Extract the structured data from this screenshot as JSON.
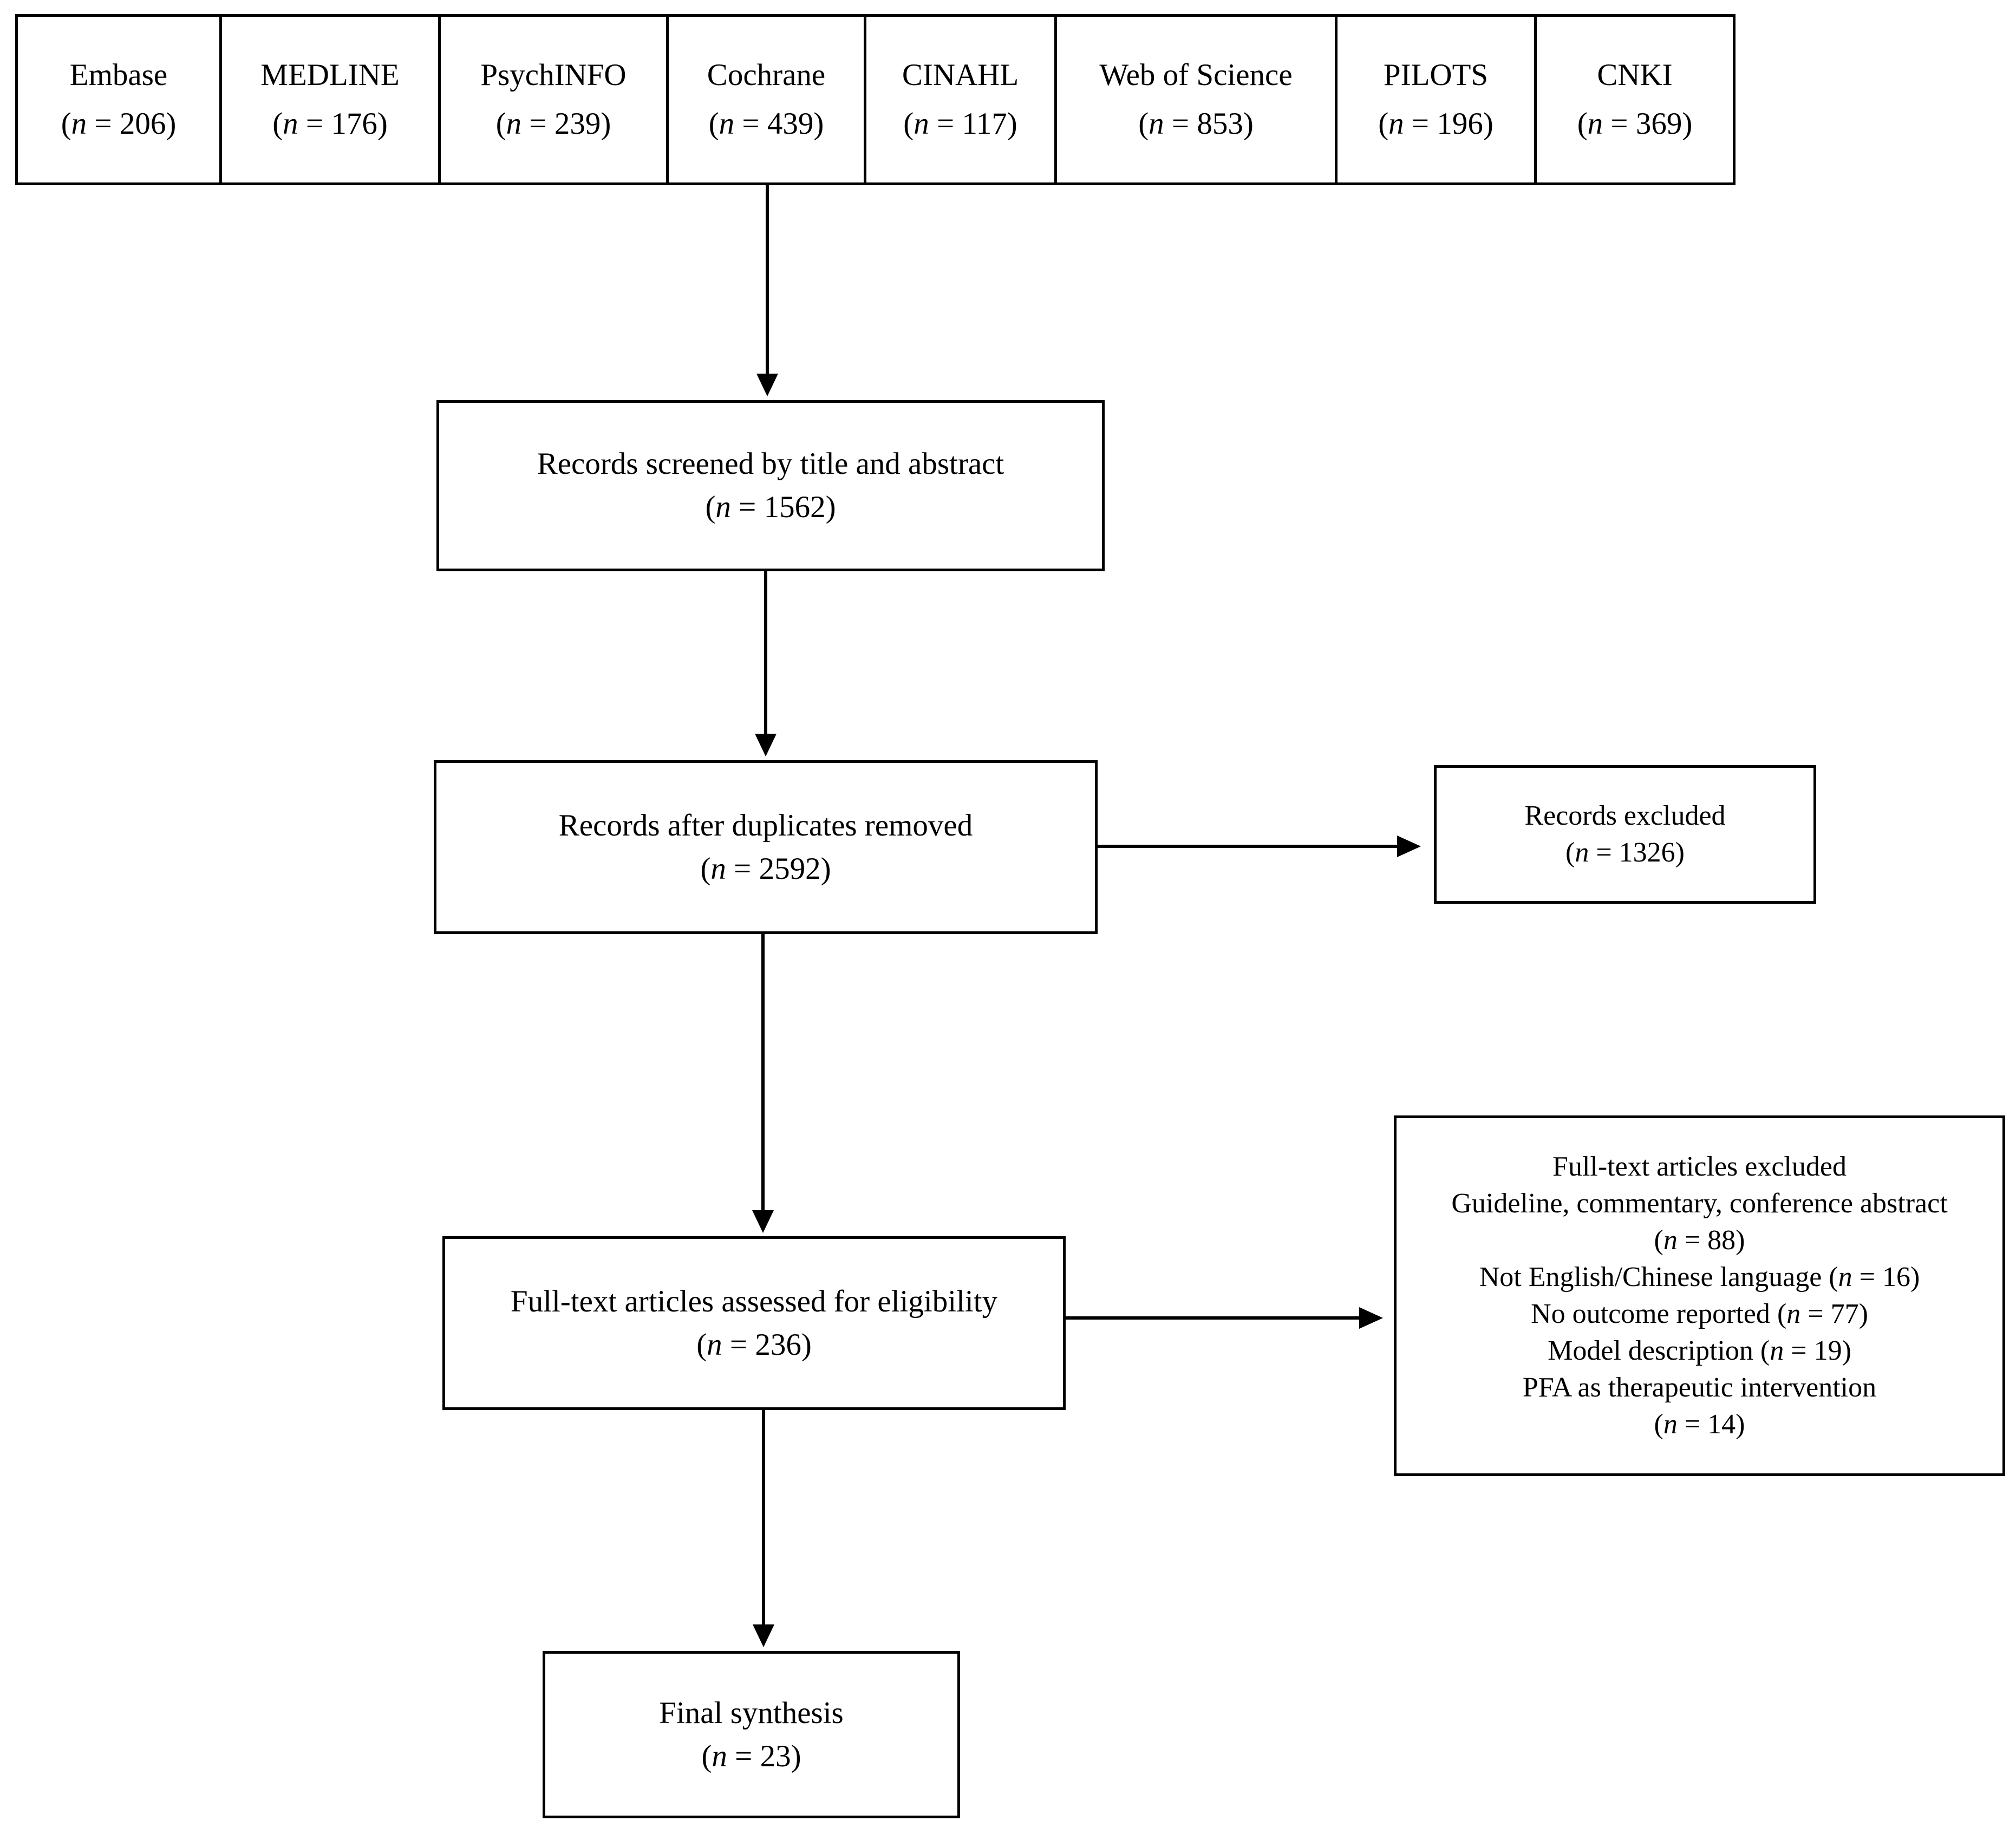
{
  "databases": [
    {
      "name": "Embase",
      "count": "(n = 206)"
    },
    {
      "name": "MEDLINE",
      "count": "(n = 176)"
    },
    {
      "name": "PsychINFO",
      "count": "(n = 239)"
    },
    {
      "name": "Cochrane",
      "count": "(n = 439)"
    },
    {
      "name": "CINAHL",
      "count": "(n = 117)"
    },
    {
      "name": "Web of Science",
      "count": "(n = 853)"
    },
    {
      "name": "PILOTS",
      "count": "(n = 196)"
    },
    {
      "name": "CNKI",
      "count": "(n = 369)"
    }
  ],
  "screened": {
    "label": "Records screened by title and abstract",
    "count": "(n = 1562)"
  },
  "deduplicated": {
    "label": "Records after duplicates removed",
    "count": "(n = 2592)"
  },
  "excluded": {
    "label": "Records excluded",
    "count": "(n = 1326)"
  },
  "eligibility": {
    "label": "Full-text articles assessed for eligibility",
    "count": "(n = 236)"
  },
  "fulltext_excluded": {
    "title": "Full-text articles excluded",
    "reasons": [
      "Guideline, commentary, conference abstract",
      "(n = 88)",
      "Not English/Chinese language (n = 16)",
      "No outcome reported (n = 77)",
      "Model description (n = 19)",
      "PFA as therapeutic intervention",
      "(n = 14)"
    ]
  },
  "final": {
    "label": "Final synthesis",
    "count": "(n = 23)"
  }
}
